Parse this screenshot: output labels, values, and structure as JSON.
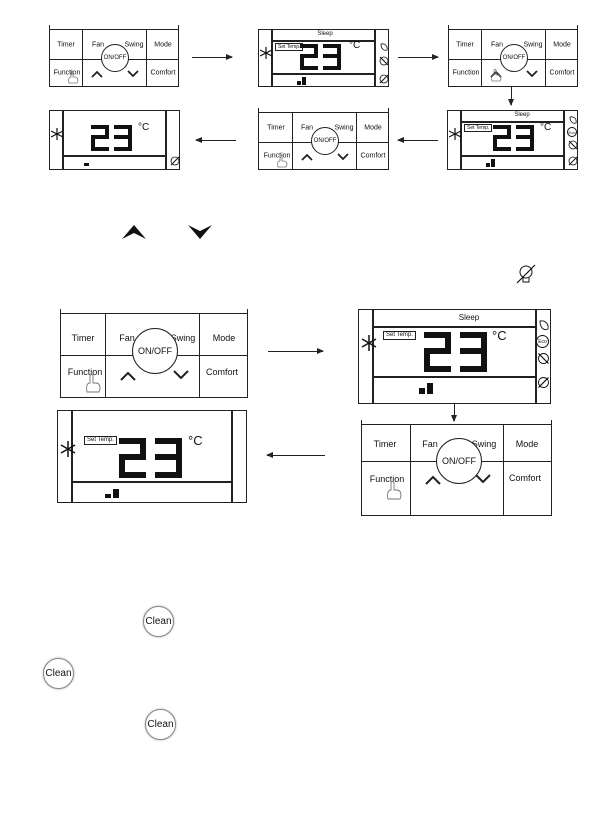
{
  "keypad": {
    "timer": "Timer",
    "fan": "Fan",
    "swing": "Swing",
    "mode": "Mode",
    "function": "Function",
    "comfort": "Comfort",
    "onoff": "ON/OFF"
  },
  "display": {
    "temperature": "23",
    "unit": "°C",
    "set_temp_tag": "Set Temp.",
    "sleep_label": "Sleep",
    "eco_label": "Eco"
  },
  "clean_badge": "Clean",
  "icons": {
    "snowflake": "snowflake-icon",
    "up_arrow": "up-arrow-icon",
    "down_arrow": "down-arrow-icon",
    "hand": "pointing-hand-icon",
    "fan_speed": "fan-speed-icon",
    "sleep": "sleep-icon",
    "no_fan": "no-fan-icon",
    "eco": "eco-icon",
    "light_off": "light-off-icon"
  }
}
